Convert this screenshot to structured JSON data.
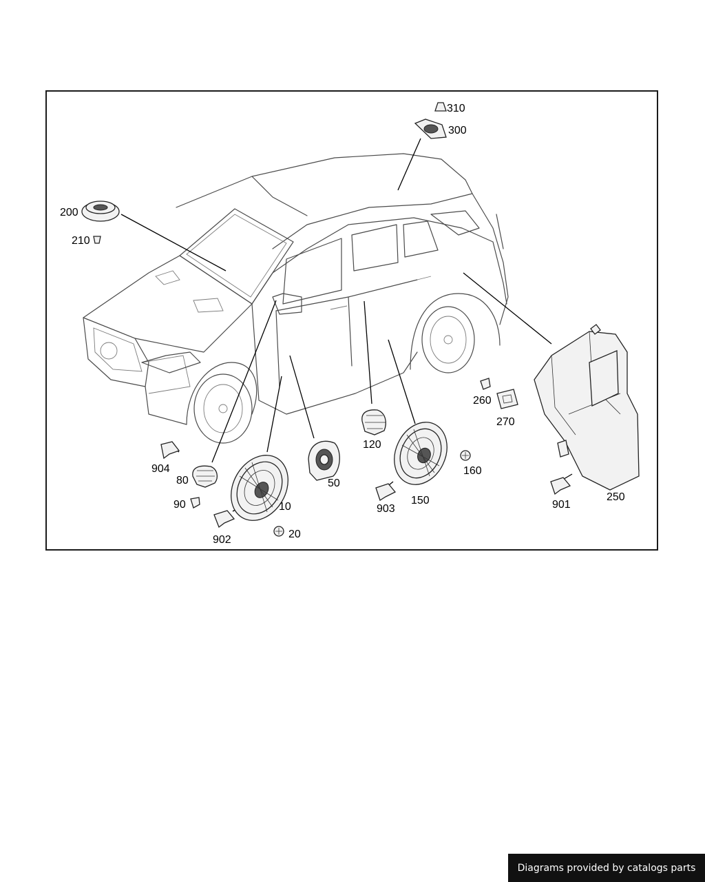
{
  "labels": {
    "p10": "10",
    "p20": "20",
    "p50": "50",
    "p80": "80",
    "p90": "90",
    "p120": "120",
    "p150": "150",
    "p160": "160",
    "p200": "200",
    "p210": "210",
    "p250": "250",
    "p260": "260",
    "p270": "270",
    "p300": "300",
    "p310": "310",
    "p901": "901",
    "p902": "902",
    "p903": "903",
    "p904": "904"
  },
  "credit": "Diagrams provided by catalogs parts",
  "colors": {
    "ink": "#000000",
    "car_outline": "#4a4a4a",
    "badge_bg": "#111111",
    "badge_text": "#ffffff"
  }
}
